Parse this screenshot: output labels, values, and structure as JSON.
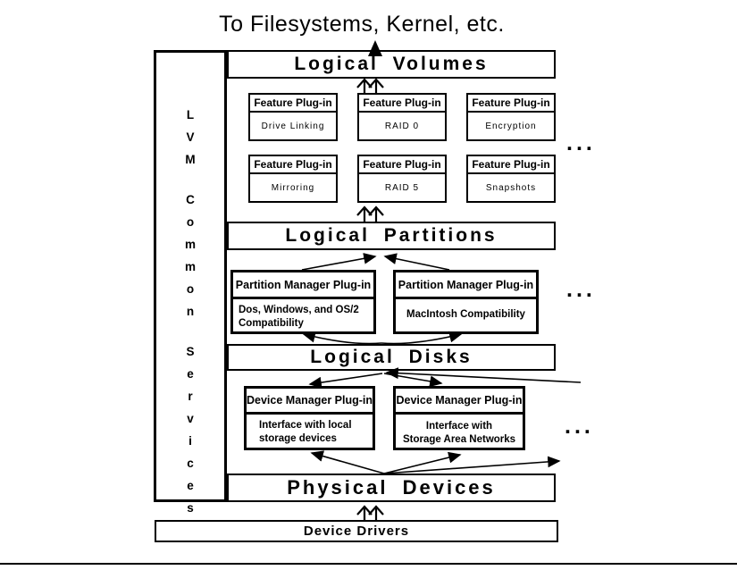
{
  "title": "To Filesystems, Kernel, etc.",
  "sidebar": {
    "words": [
      "LVM",
      "Common",
      "Services"
    ]
  },
  "layers": {
    "logical_volumes": "Logical Volumes",
    "logical_partitions": "Logical Partitions",
    "logical_disks": "Logical Disks",
    "physical_devices": "Physical Devices",
    "device_drivers": "Device Drivers"
  },
  "feature_plugins": {
    "header": "Feature Plug-in",
    "items": [
      "Drive Linking",
      "RAID 0",
      "Encryption",
      "Mirroring",
      "RAID 5",
      "Snapshots"
    ]
  },
  "partition_plugins": {
    "header": "Partition Manager Plug-in",
    "dos_lines": [
      "Dos, Windows, and OS/2",
      "Compatibility"
    ],
    "mac_lines": [
      "MacIntosh Compatibility"
    ]
  },
  "device_plugins": {
    "header": "Device Manager Plug-in",
    "local_lines": [
      "Interface with local",
      "storage devices"
    ],
    "san_lines": [
      "Interface with",
      "Storage Area Networks"
    ]
  },
  "ellipsis": "...",
  "colors": {
    "ink": "#000000",
    "background": "#ffffff"
  }
}
